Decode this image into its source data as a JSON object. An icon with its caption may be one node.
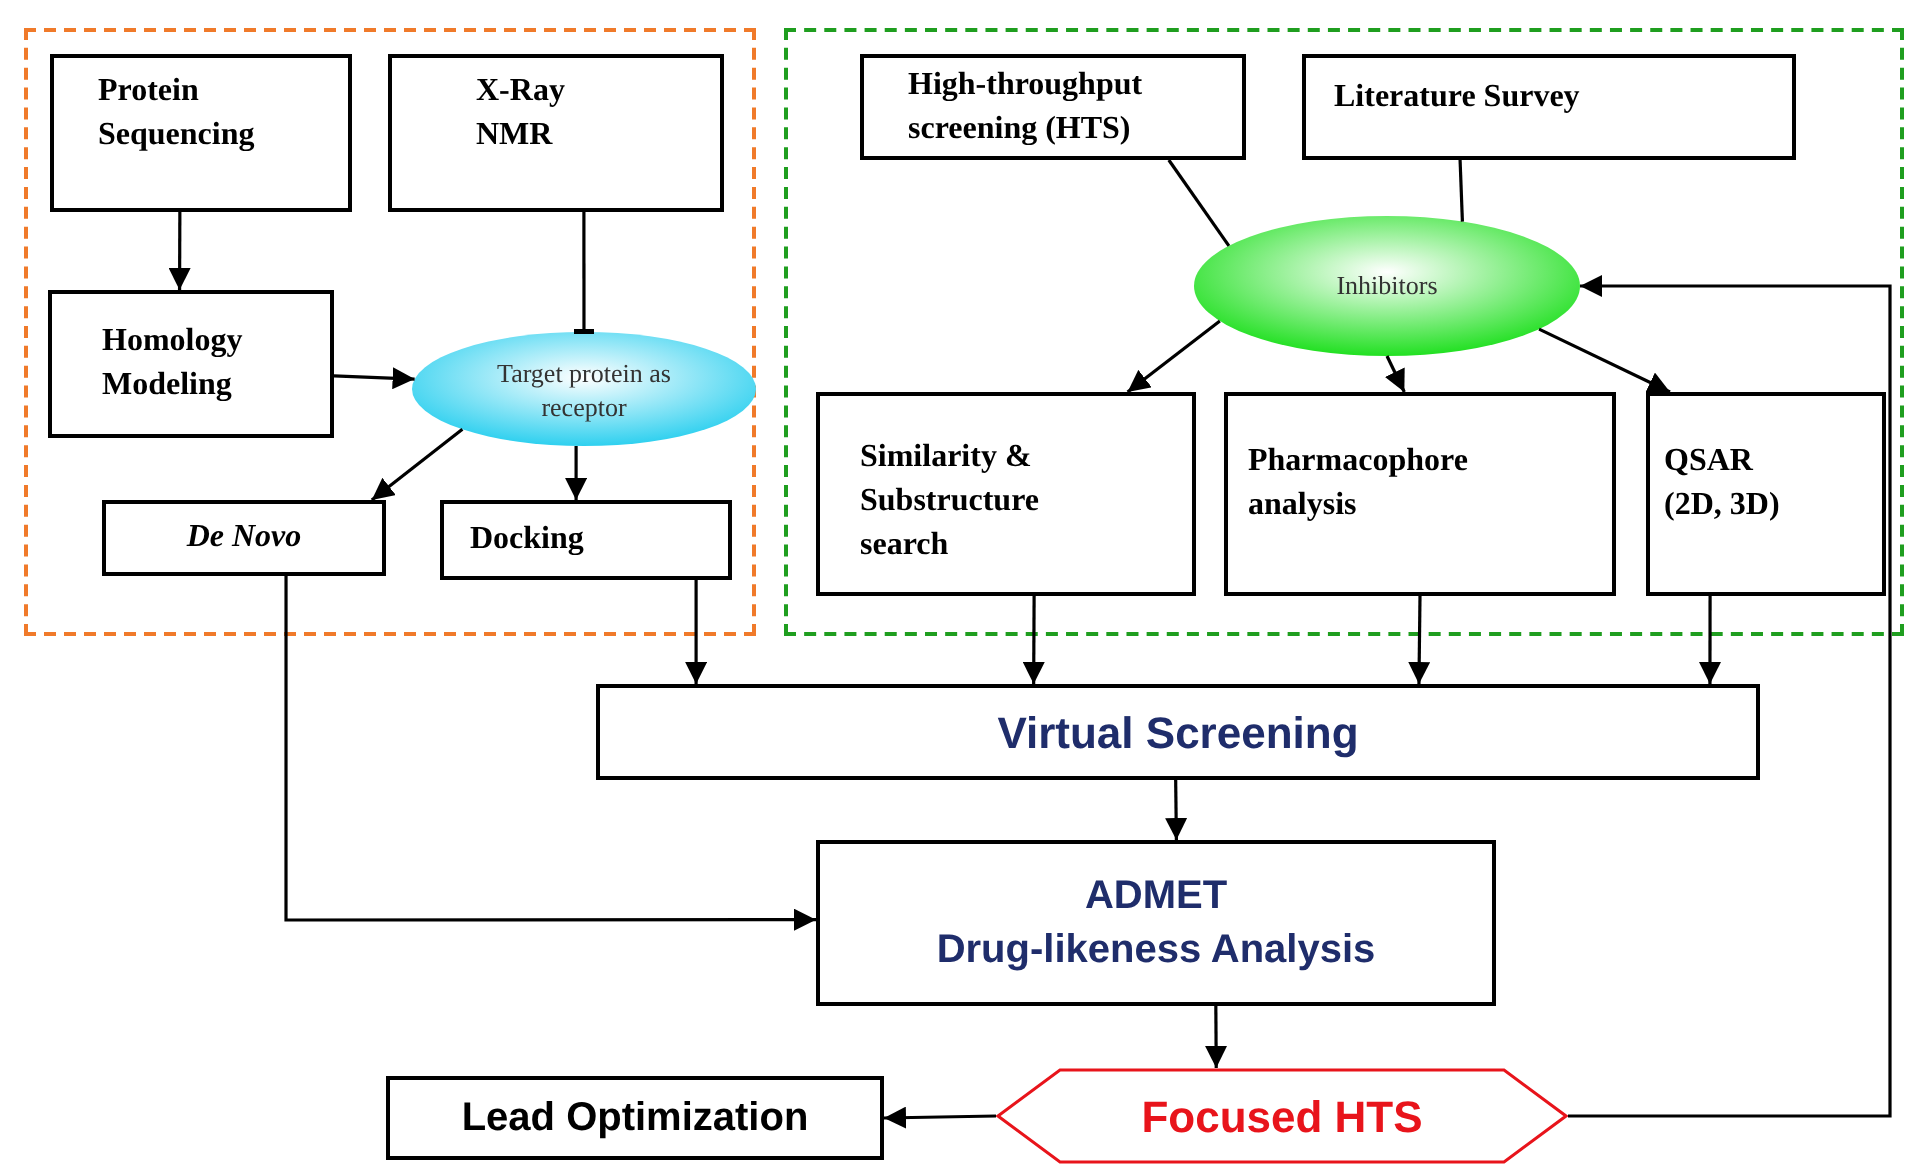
{
  "diagram": {
    "nodes": [
      {
        "text": [],
        "shape": "box"
      },
      {
        "text": [
          "Protein Sequencing"
        ],
        "in": 0
      },
      {
        "text": [
          "X-Ray NMR"
        ],
        "in": 0
      },
      {
        "text": [
          "Homology Modeling"
        ],
        "in": 0
      },
      {
        "text": [
          "Target protein as receptor"
        ],
        "in": 0
      },
      {
        "text": [
          "De Novo"
        ],
        "in": 0
      },
      {
        "text": [
          "Docking"
        ],
        "in": 0
      },
      {
        "text": [],
        "shape": "box"
      },
      {
        "text": [
          "High-throughput screening (HTS)"
        ],
        "in": 7
      },
      {
        "text": [
          "Literature Survey"
        ],
        "in": 7
      },
      {
        "text": [
          "Inhibitors"
        ],
        "in": 7
      },
      {
        "text": [
          "Similarity & Substructure search"
        ],
        "in": 7
      },
      {
        "text": [
          "Pharmacophore analysis"
        ],
        "in": 7
      },
      {
        "text": [
          "QSAR (2D, 3D)"
        ],
        "in": 7
      },
      {
        "text": [
          "Virtual Screening"
        ]
      },
      {
        "text": [
          "ADMET",
          "Drug-likeness Analysis"
        ]
      },
      {
        "text": [
          "Lead Optimization"
        ]
      },
      {
        "text": [
          "Focused HTS"
        ]
      }
    ],
    "edges": [
      {
        "from": 1,
        "to": 3,
        "arrow": "to"
      },
      {
        "from": 2,
        "to": 4,
        "arrow": "other"
      },
      {
        "from": 3,
        "to": 4,
        "arrow": "to"
      },
      {
        "from": 4,
        "to": 5,
        "arrow": "to"
      },
      {
        "from": 4,
        "to": 6,
        "arrow": "to"
      },
      {
        "from": 5,
        "to": 15,
        "arrow": "to"
      },
      {
        "from": 6,
        "to": 14,
        "arrow": "to"
      },
      {
        "from": 8,
        "to": 10,
        "arrow": "none"
      },
      {
        "from": 9,
        "to": 10,
        "arrow": "none"
      },
      {
        "from": 10,
        "to": 11,
        "arrow": "to"
      },
      {
        "from": 10,
        "to": 12,
        "arrow": "to"
      },
      {
        "from": 10,
        "to": 13,
        "arrow": "to"
      },
      {
        "from": 11,
        "to": 14,
        "arrow": "to"
      },
      {
        "from": 12,
        "to": 14,
        "arrow": "to"
      },
      {
        "from": 13,
        "to": 14,
        "arrow": "to"
      },
      {
        "from": 14,
        "to": 15,
        "arrow": "to"
      },
      {
        "from": 15,
        "to": 17,
        "arrow": "to"
      },
      {
        "from": 17,
        "to": 16,
        "arrow": "to"
      },
      {
        "from": 17,
        "to": 10,
        "arrow": "to"
      }
    ]
  }
}
